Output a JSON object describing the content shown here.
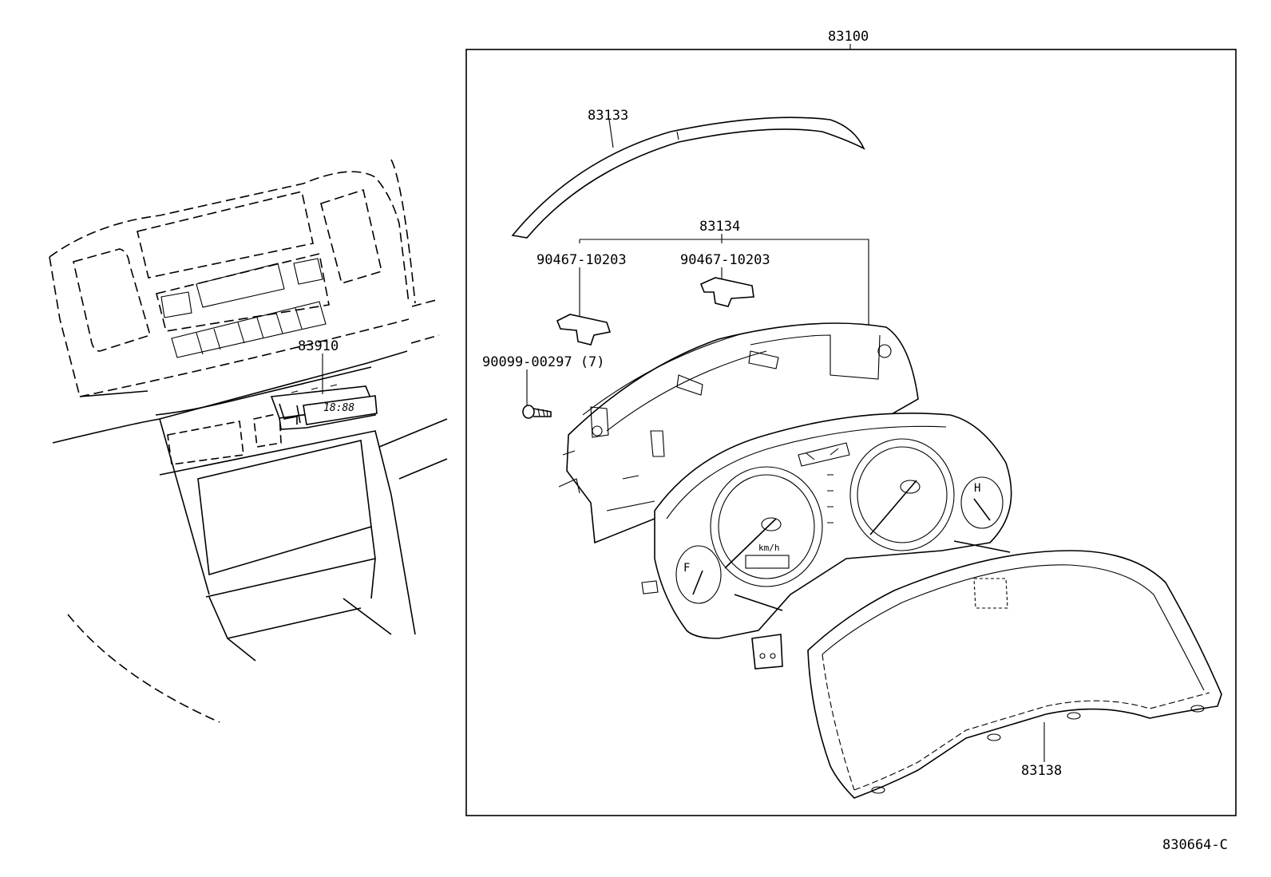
{
  "diagram": {
    "assembly_label": "83100",
    "parts": {
      "glass_visor": "83133",
      "case_set": "83134",
      "clip_left": "90467-10203",
      "clip_right": "90467-10203",
      "screw": "90099-00297 (7)",
      "clock": "83910",
      "clock_display": "18:88",
      "lens_cover": "83138"
    },
    "figure_code": "830664-C",
    "gauge_texts": {
      "speed_unit": "km/h",
      "fuel_letter": "F",
      "temp_letter": "H"
    }
  }
}
